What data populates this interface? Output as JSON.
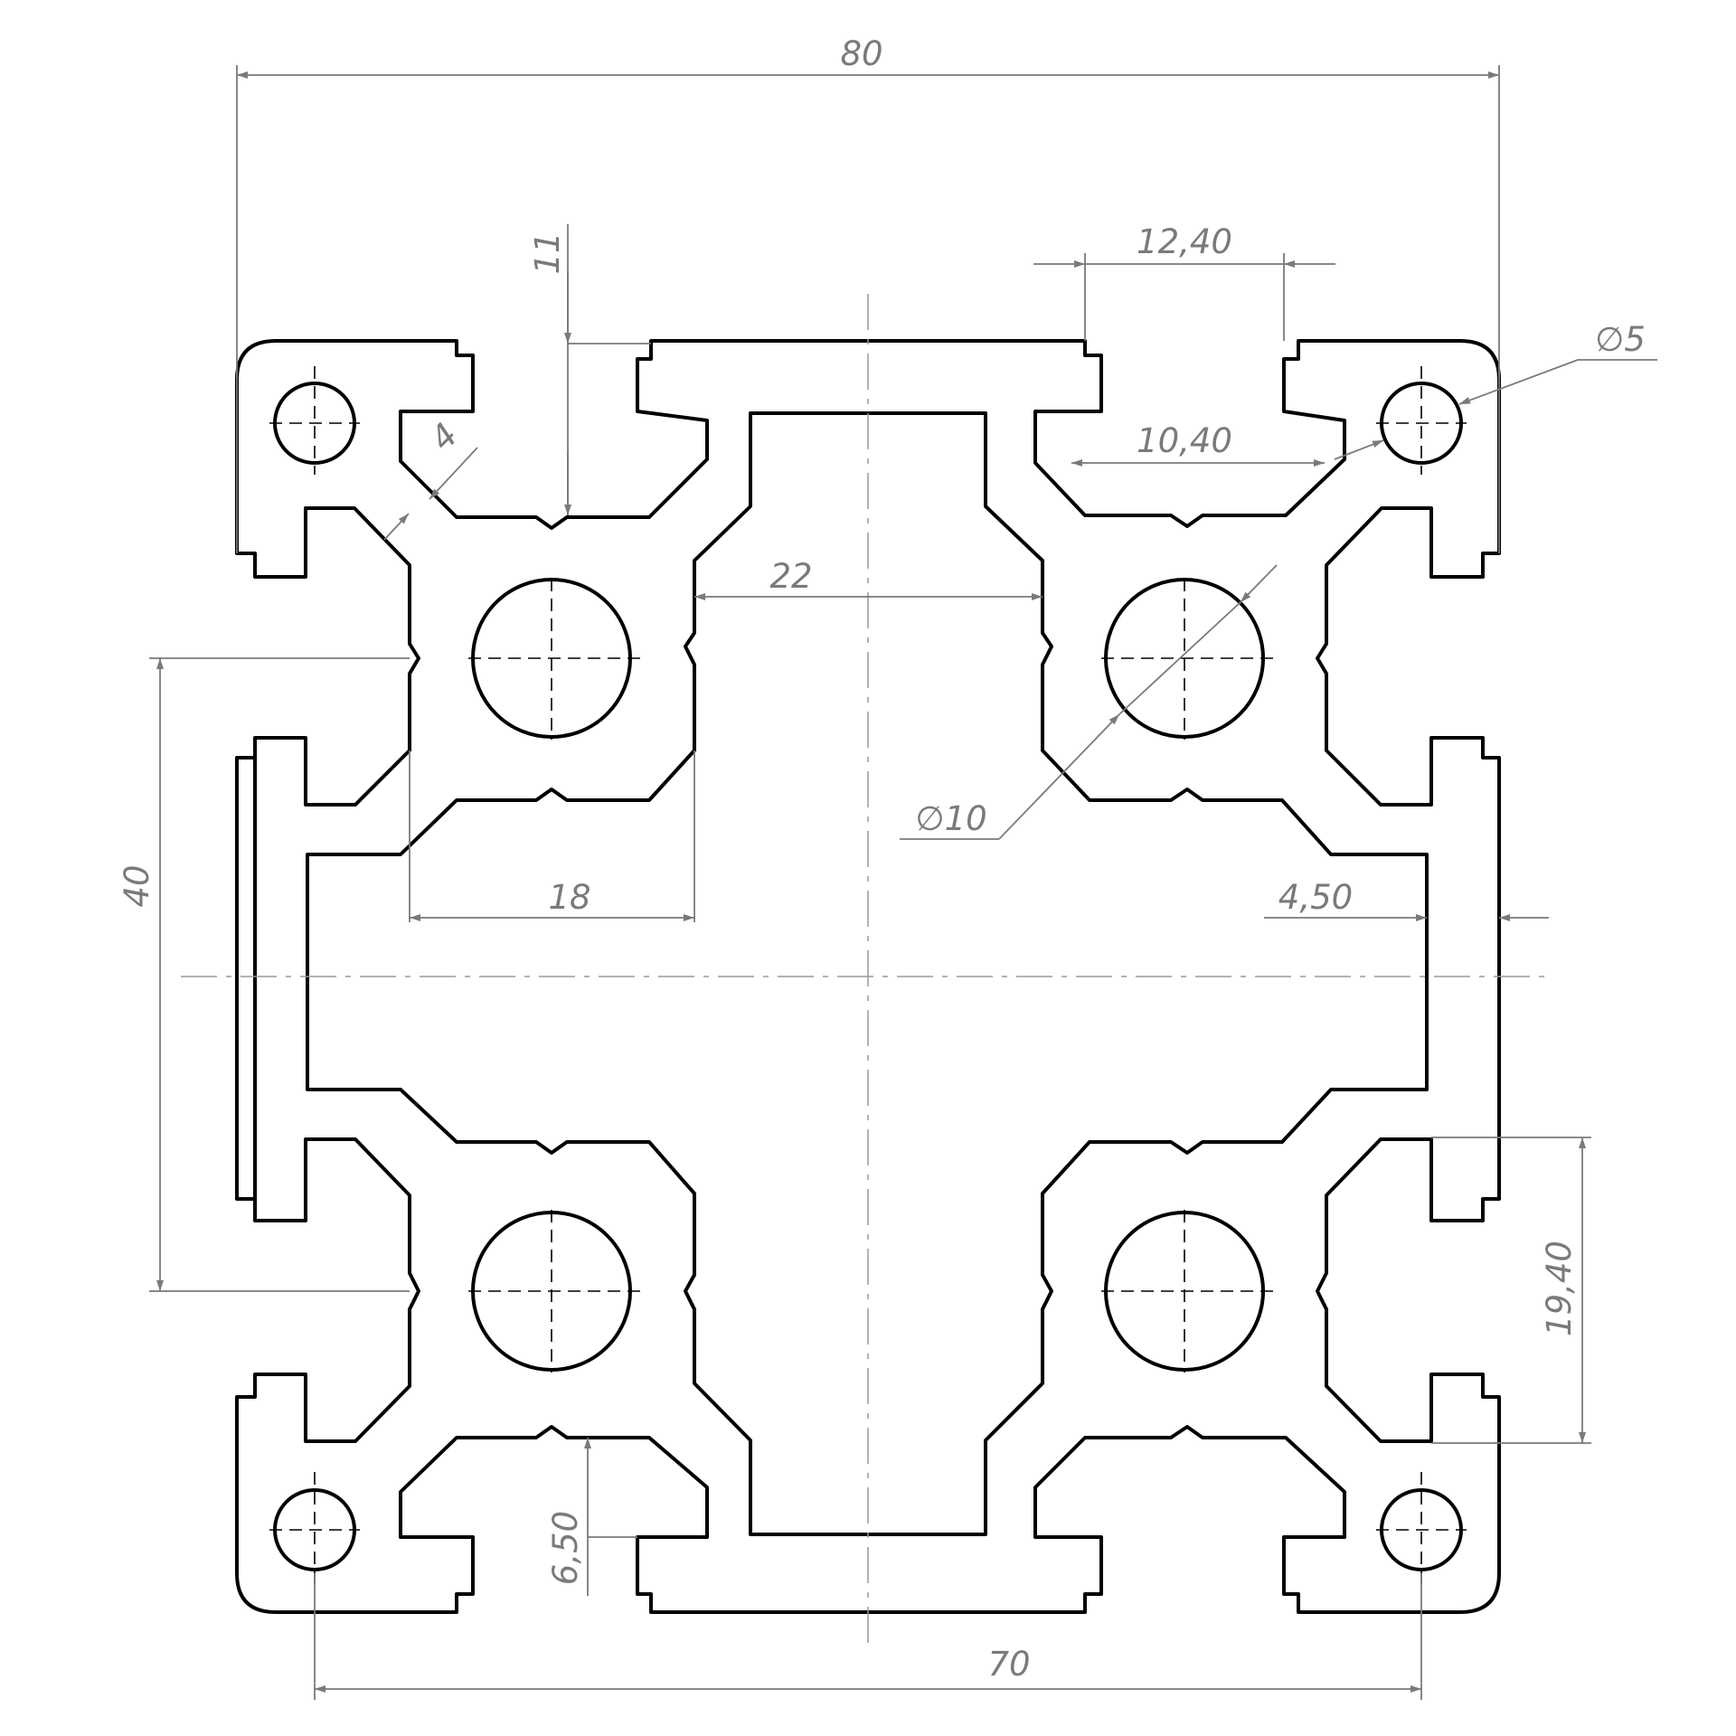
{
  "drawing": {
    "profile_color": "#000000",
    "dimension_color": "#7a7a7a",
    "dimensions": {
      "overall_width": "80",
      "hole_spacing": "70",
      "slot_outer_width": "12,40",
      "slot_inner_width": "10,40",
      "small_hole_dia": "∅5",
      "slot_depth": "11",
      "wall_thickness": "4",
      "center_gap": "22",
      "bore_dia": "∅10",
      "core_spacing": "40",
      "bore_offset": "18",
      "side_wall": "4,50",
      "slot_height": "19,40",
      "bottom_offset": "6,50"
    }
  }
}
